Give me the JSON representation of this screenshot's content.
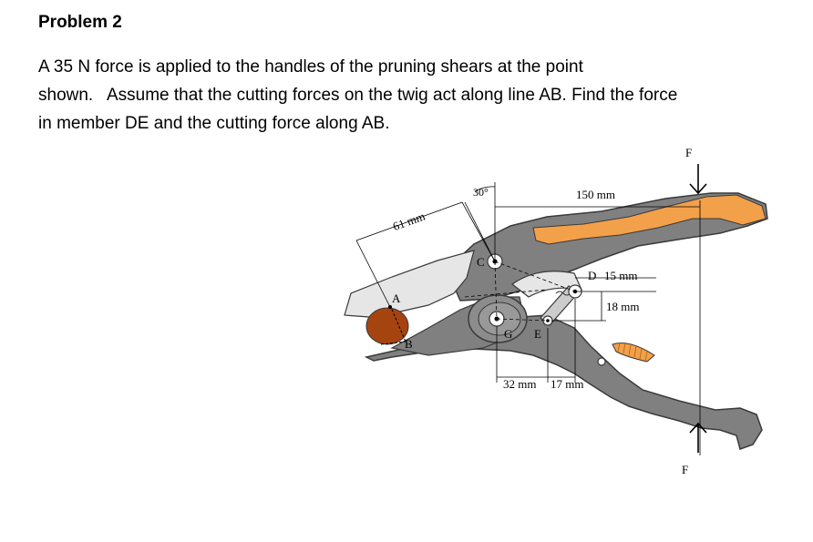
{
  "problem": {
    "title": "Problem 2",
    "lines": [
      "A 35 N force is applied to the handles of the pruning shears at the point",
      "shown.   Assume that the cutting forces on the twig act along line AB. Find the force",
      "in member DE and the cutting force along AB."
    ]
  },
  "figure": {
    "labels": {
      "force_top": "F",
      "force_bottom": "F",
      "point_a": "A",
      "point_b": "B",
      "point_c": "C",
      "point_d": "D",
      "point_e": "E",
      "point_g": "G"
    },
    "dimensions": {
      "blade_length": "61 mm",
      "angle": "30°",
      "handle_length": "150 mm",
      "d_offset": "15 mm",
      "d_vertical": "18 mm",
      "ge_horizontal": "32 mm",
      "e_horizontal": "17 mm"
    },
    "colors": {
      "body": "#808080",
      "outline": "#3a3a3a",
      "grip": "#f3a04a",
      "twig": "#a64410",
      "blade": "#e6e6e6",
      "force_arrow": "#000000"
    }
  }
}
